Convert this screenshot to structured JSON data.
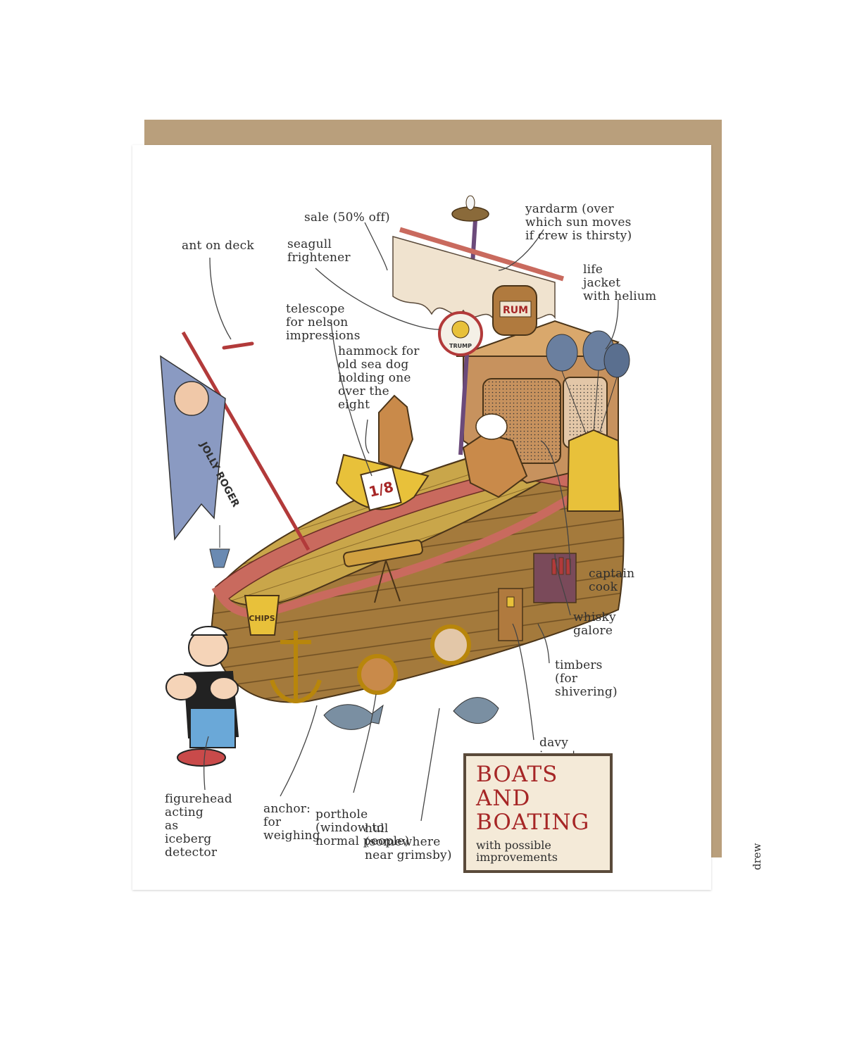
{
  "labels": {
    "sale": "sale (50% off)",
    "yardarm": "yardarm (over\nwhich sun moves\nif crew is thirsty)",
    "ant": "ant on deck",
    "seagull": "seagull\nfrightener",
    "life_jacket": "life\njacket\nwith helium",
    "telescope": "telescope\nfor nelson\nimpressions",
    "hammock": "hammock for\nold sea dog\nholding one\nover the\neight",
    "captain": "captain\ncook",
    "whisky": "whisky\ngalore",
    "timbers": "timbers\n(for\nshivering)",
    "davy": "davy\njones'\nlocker",
    "porthole": "porthole\n(window to\nnormal people)",
    "figurehead": "figurehead\nacting\nas\niceberg\ndetector",
    "anchor": "anchor:\nfor\nweighing",
    "hull": "hull\n(somewhere\nnear grimsby)"
  },
  "art_text": {
    "flag": "JOLLY ROGER",
    "sign": "TRUMP",
    "barrel": "RUM",
    "card": "1/8",
    "bucket": "CHIPS"
  },
  "title_box": {
    "line1": "BOATS",
    "line2": "AND",
    "line3": "BOATING",
    "subtitle": "with possible\nimprovements"
  },
  "signature": "drew",
  "colors": {
    "envelope": "#b99f7c",
    "title_red": "#a62626",
    "hull": "#a47a3c",
    "deck": "#c9a64a",
    "rim": "#c96a5e",
    "yellow": "#e8c13a"
  }
}
